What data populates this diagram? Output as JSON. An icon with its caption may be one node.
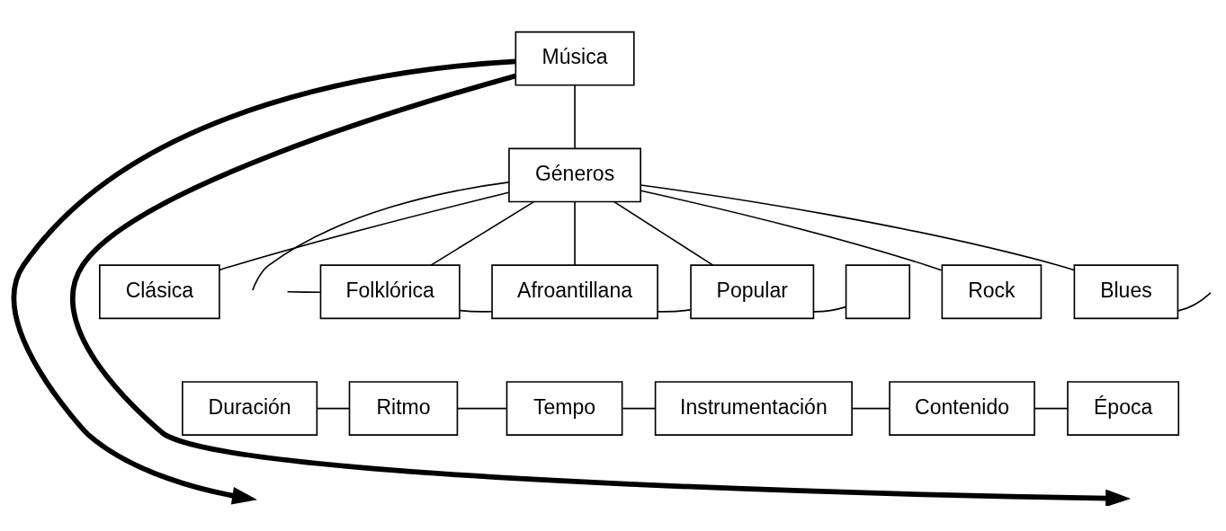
{
  "diagram": {
    "nodes": [
      {
        "text": [
          "Música"
        ]
      },
      {
        "text": [
          "Géneros"
        ]
      },
      {
        "text": [
          "Clásica"
        ]
      },
      {
        "text": [
          "Folklórica"
        ]
      },
      {
        "text": [
          "Afroantillana"
        ]
      },
      {
        "text": [
          "Popular"
        ]
      },
      {
        "text": [],
        "shape": "box"
      },
      {
        "text": [
          "Rock"
        ]
      },
      {
        "text": [
          "Blues"
        ]
      },
      {
        "text": [
          "Duración"
        ]
      },
      {
        "text": [
          "Ritmo"
        ]
      },
      {
        "text": [
          "Tempo"
        ]
      },
      {
        "text": [
          "Instrumentación"
        ]
      },
      {
        "text": [
          "Contenido"
        ]
      },
      {
        "text": [
          "Época"
        ]
      }
    ],
    "edges": [
      {
        "from": 0,
        "to": 1,
        "arrow": "none"
      },
      {
        "from": 1,
        "to": 2,
        "arrow": "none"
      },
      {
        "from": 1,
        "to": null,
        "arrow": "none"
      },
      {
        "from": 1,
        "to": 3,
        "arrow": "none"
      },
      {
        "from": 1,
        "to": 4,
        "arrow": "none"
      },
      {
        "from": 1,
        "to": 5,
        "arrow": "none"
      },
      {
        "from": 1,
        "to": 7,
        "arrow": "none"
      },
      {
        "from": 1,
        "to": 8,
        "arrow": "none"
      },
      {
        "from": null,
        "to": 3,
        "arrow": "none"
      },
      {
        "from": 3,
        "to": 4,
        "arrow": "none"
      },
      {
        "from": 4,
        "to": 5,
        "arrow": "none"
      },
      {
        "from": 5,
        "to": 6,
        "arrow": "none"
      },
      {
        "from": 8,
        "to": null,
        "arrow": "none"
      },
      {
        "from": 9,
        "to": 10,
        "arrow": "none"
      },
      {
        "from": 10,
        "to": 11,
        "arrow": "none"
      },
      {
        "from": 11,
        "to": 12,
        "arrow": "none"
      },
      {
        "from": 12,
        "to": 13,
        "arrow": "none"
      },
      {
        "from": 13,
        "to": 14,
        "arrow": "none"
      },
      {
        "from": 0,
        "to": null,
        "arrow": "to",
        "style": "thick"
      },
      {
        "from": 0,
        "to": null,
        "arrow": "to",
        "style": "thick"
      }
    ]
  }
}
